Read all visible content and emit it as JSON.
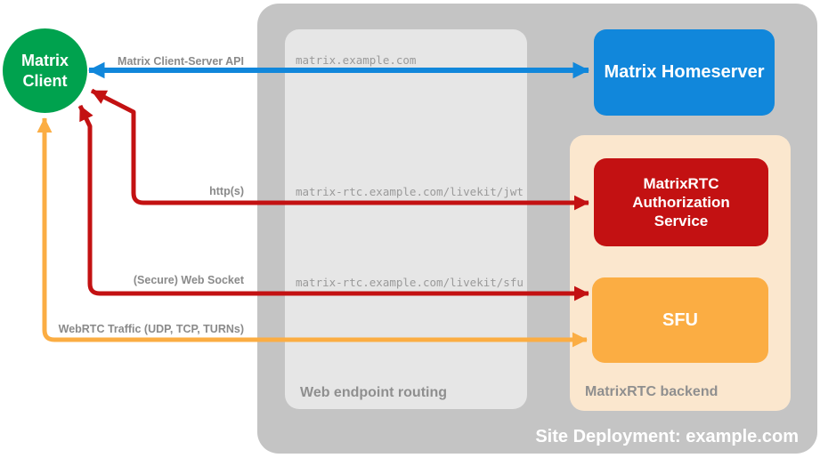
{
  "diagram": {
    "title": "Site Deployment: example.com",
    "client": {
      "line1": "Matrix",
      "line2": "Client"
    },
    "homeserver": {
      "label": "Matrix Homeserver"
    },
    "routing": {
      "title": "Web endpoint routing",
      "endpoints": [
        "matrix.example.com",
        "matrix-rtc.example.com/livekit/jwt",
        "matrix-rtc.example.com/livekit/sfu"
      ]
    },
    "backend": {
      "title": "MatrixRTC backend",
      "auth_service_label": "MatrixRTC Authorization Service",
      "sfu_label": "SFU"
    },
    "connections": [
      {
        "label": "Matrix Client-Server API",
        "color": "#1187DB",
        "from": "Matrix Client",
        "to": "Matrix Homeserver",
        "bidirectional": true
      },
      {
        "label": "http(s)",
        "color": "#C31112",
        "from": "Matrix Client",
        "to": "MatrixRTC Authorization Service",
        "bidirectional": true
      },
      {
        "label": "(Secure) Web Socket",
        "color": "#C31112",
        "from": "Matrix Client",
        "to": "SFU",
        "bidirectional": true
      },
      {
        "label": "WebRTC Traffic (UDP, TCP, TURNs)",
        "color": "#FBAD43",
        "from": "Matrix Client",
        "to": "SFU",
        "bidirectional": true
      }
    ],
    "colors": {
      "client_green": "#00A24E",
      "homeserver_blue": "#1187DB",
      "auth_red": "#C31112",
      "sfu_orange": "#FBAD43",
      "backend_peach": "#FBE7CE",
      "container_gray": "#C4C4C4",
      "routing_gray": "#E6E6E6",
      "label_gray": "#8A8A8A"
    }
  }
}
